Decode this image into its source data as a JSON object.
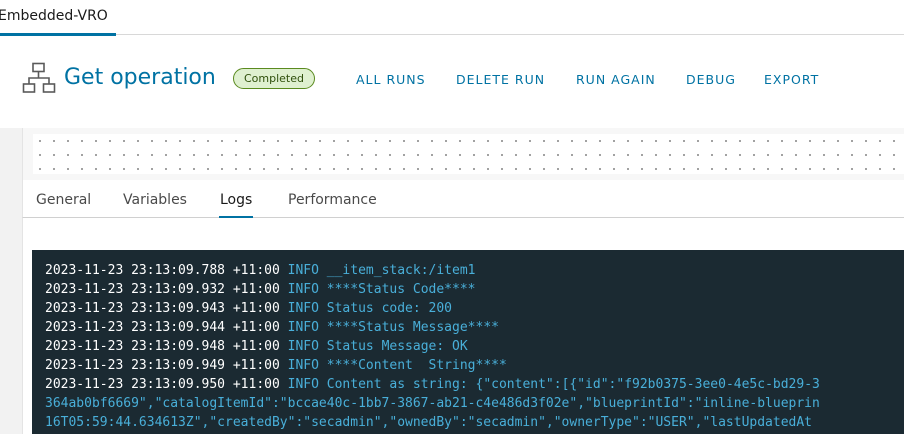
{
  "top_tab": {
    "label": "Embedded-VRO"
  },
  "header": {
    "title": "Get operation",
    "status": "Completed",
    "actions": [
      "ALL RUNS",
      "DELETE RUN",
      "RUN AGAIN",
      "DEBUG",
      "EXPORT"
    ]
  },
  "tabs": [
    {
      "label": "General",
      "active": false
    },
    {
      "label": "Variables",
      "active": false
    },
    {
      "label": "Logs",
      "active": true
    },
    {
      "label": "Performance",
      "active": false
    }
  ],
  "logs": [
    {
      "ts": "2023-11-23 23:13:09.788 +11:00",
      "level": "INFO",
      "msg": "__item_stack:/item1"
    },
    {
      "ts": "2023-11-23 23:13:09.932 +11:00",
      "level": "INFO",
      "msg": "****Status Code****"
    },
    {
      "ts": "2023-11-23 23:13:09.943 +11:00",
      "level": "INFO",
      "msg": "Status code: 200"
    },
    {
      "ts": "2023-11-23 23:13:09.944 +11:00",
      "level": "INFO",
      "msg": "****Status Message****"
    },
    {
      "ts": "2023-11-23 23:13:09.948 +11:00",
      "level": "INFO",
      "msg": "Status Message: OK"
    },
    {
      "ts": "2023-11-23 23:13:09.949 +11:00",
      "level": "INFO",
      "msg": "****Content  String****"
    },
    {
      "ts": "2023-11-23 23:13:09.950 +11:00",
      "level": "INFO",
      "msg": "Content as string: {\"content\":[{\"id\":\"f92b0375-3ee0-4e5c-bd29-3"
    },
    {
      "ts": "",
      "level": "",
      "msg": "364ab0bf6669\",\"catalogItemId\":\"bccae40c-1bb7-3867-ab21-c4e486d3f02e\",\"blueprintId\":\"inline-blueprin"
    },
    {
      "ts": "",
      "level": "",
      "msg": "16T05:59:44.634613Z\",\"createdBy\":\"secadmin\",\"ownedBy\":\"secadmin\",\"ownerType\":\"USER\",\"lastUpdatedAt"
    }
  ],
  "colors": {
    "accent": "#0072a3",
    "console_bg": "#1b2a32",
    "log_info": "#49afd9",
    "badge_bg": "#dff0d0",
    "badge_border": "#5a8a1f"
  },
  "icons": {
    "workflow": "workflow-diagram-icon"
  }
}
